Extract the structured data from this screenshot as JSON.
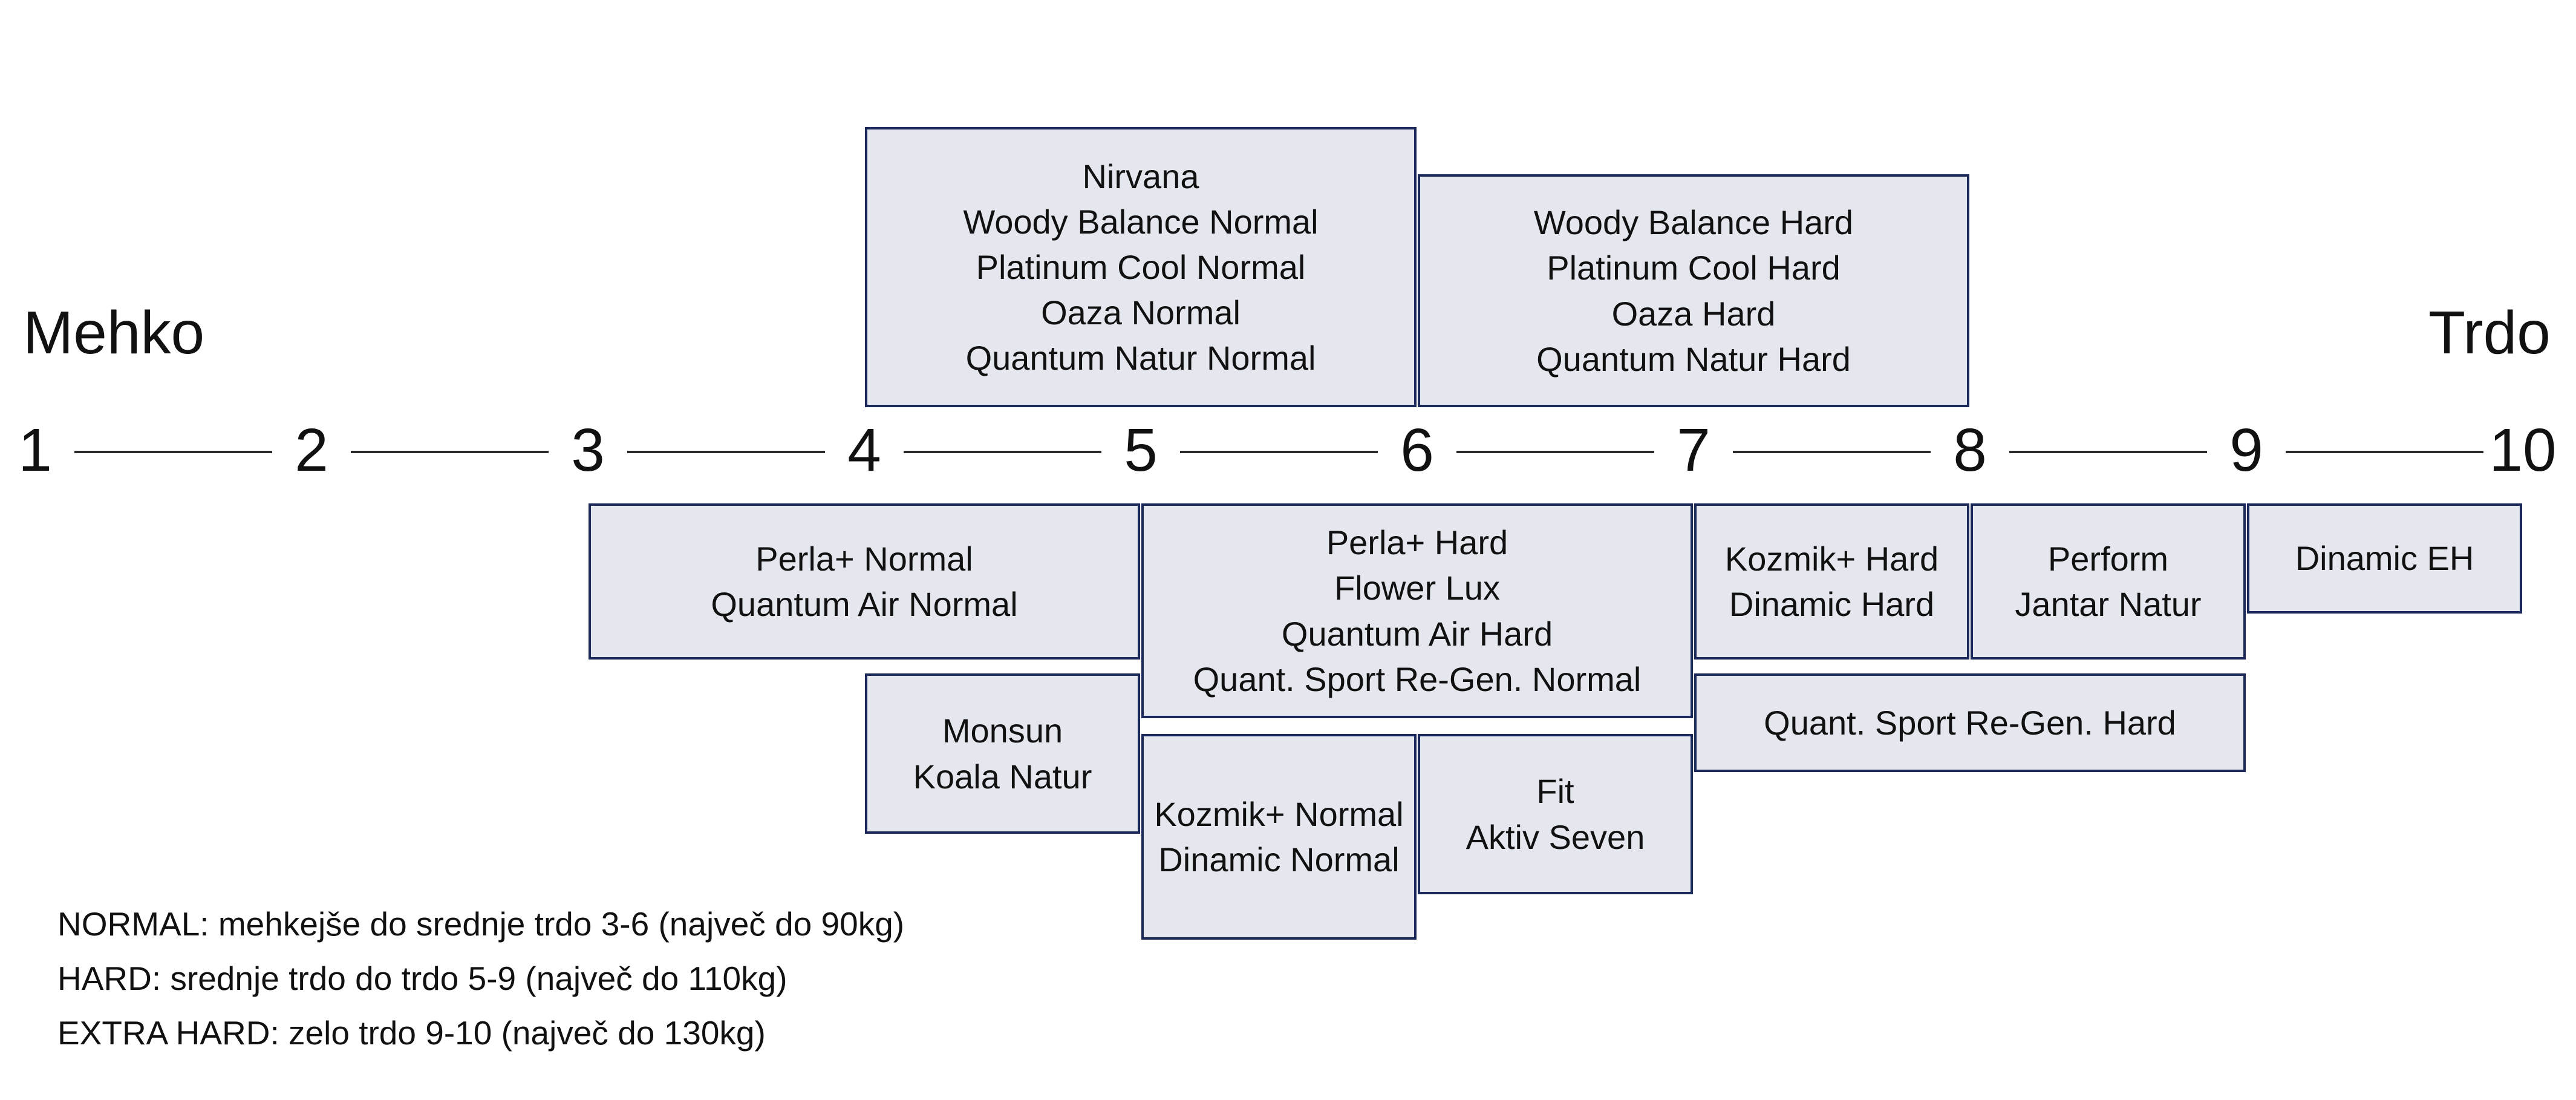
{
  "scale": {
    "low_label": "Mehko",
    "high_label": "Trdo",
    "ticks": [
      "1",
      "2",
      "3",
      "4",
      "5",
      "6",
      "7",
      "8",
      "9",
      "10"
    ]
  },
  "models": [
    {
      "id": "b1",
      "range": [
        4,
        6
      ],
      "lines": [
        "Nirvana",
        "Woody Balance Normal",
        "Platinum Cool Normal",
        "Oaza Normal",
        "Quantum Natur Normal"
      ]
    },
    {
      "id": "b2",
      "range": [
        6,
        8
      ],
      "lines": [
        "Woody Balance Hard",
        "Platinum Cool Hard",
        "Oaza Hard",
        "Quantum Natur Hard"
      ]
    },
    {
      "id": "b3",
      "range": [
        3,
        5
      ],
      "lines": [
        "Perla+ Normal",
        "Quantum Air Normal"
      ]
    },
    {
      "id": "b4",
      "range": [
        5,
        7
      ],
      "lines": [
        "Perla+ Hard",
        "Flower Lux",
        "Quantum Air Hard",
        "Quant. Sport Re-Gen. Normal"
      ]
    },
    {
      "id": "b5",
      "range": [
        7,
        8
      ],
      "lines": [
        "Kozmik+ Hard",
        "Dinamic Hard"
      ]
    },
    {
      "id": "b6",
      "range": [
        8,
        9
      ],
      "lines": [
        "Perform",
        "Jantar Natur"
      ]
    },
    {
      "id": "b7",
      "range": [
        9,
        10
      ],
      "lines": [
        "Dinamic EH"
      ]
    },
    {
      "id": "b8",
      "range": [
        4,
        5
      ],
      "lines": [
        "Monsun",
        "Koala Natur"
      ]
    },
    {
      "id": "b9",
      "range": [
        7,
        9
      ],
      "lines": [
        "Quant. Sport Re-Gen. Hard"
      ]
    },
    {
      "id": "b10",
      "range": [
        5,
        6
      ],
      "lines": [
        "Kozmik+ Normal",
        "Dinamic Normal"
      ]
    },
    {
      "id": "b11",
      "range": [
        6,
        7
      ],
      "lines": [
        "Fit",
        "Aktiv Seven"
      ]
    }
  ],
  "legend": [
    "NORMAL: mehkejše do srednje trdo 3-6 (največ do 90kg)",
    "HARD: srednje trdo do trdo 5-9 (največ do 110kg)",
    "EXTRA HARD: zelo trdo 9-10 (največ do 130kg)"
  ]
}
